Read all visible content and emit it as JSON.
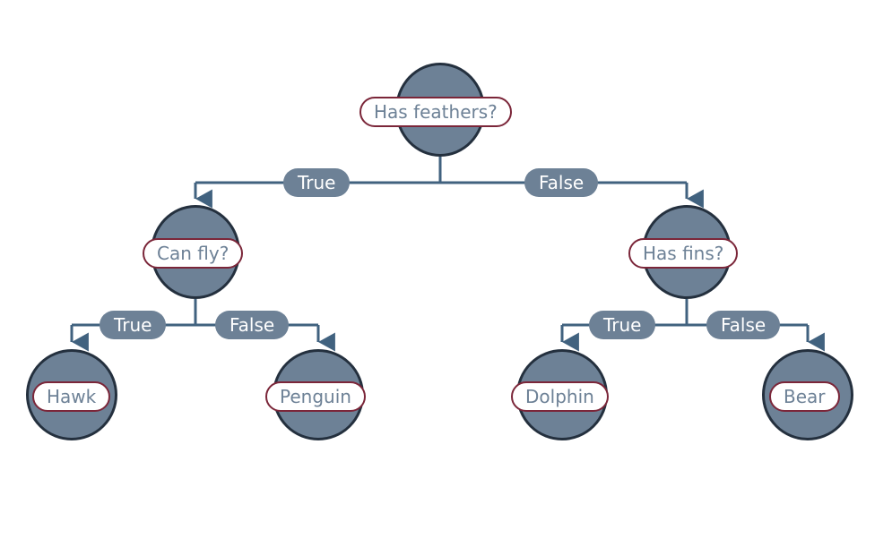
{
  "diagram": {
    "type": "decision-tree",
    "background_color": "#ffffff",
    "colors": {
      "node_fill": "#6d8196",
      "node_stroke": "#24303e",
      "node_label_fill": "#ffffff",
      "node_label_stroke": "#7b2639",
      "node_label_text": "#6d8196",
      "edge_line": "#41627f",
      "edge_label_fill": "#6d8196",
      "edge_label_text": "#ffffff"
    },
    "nodes": {
      "root": {
        "label": "Has feathers?",
        "kind": "question"
      },
      "can_fly": {
        "label": "Can fly?",
        "kind": "question"
      },
      "has_fins": {
        "label": "Has fins?",
        "kind": "question"
      },
      "hawk": {
        "label": "Hawk",
        "kind": "leaf"
      },
      "penguin": {
        "label": "Penguin",
        "kind": "leaf"
      },
      "dolphin": {
        "label": "Dolphin",
        "kind": "leaf"
      },
      "bear": {
        "label": "Bear",
        "kind": "leaf"
      }
    },
    "edges": [
      {
        "from": "root",
        "to": "can_fly",
        "label": "True"
      },
      {
        "from": "root",
        "to": "has_fins",
        "label": "False"
      },
      {
        "from": "can_fly",
        "to": "hawk",
        "label": "True"
      },
      {
        "from": "can_fly",
        "to": "penguin",
        "label": "False"
      },
      {
        "from": "has_fins",
        "to": "dolphin",
        "label": "True"
      },
      {
        "from": "has_fins",
        "to": "bear",
        "label": "False"
      }
    ]
  }
}
